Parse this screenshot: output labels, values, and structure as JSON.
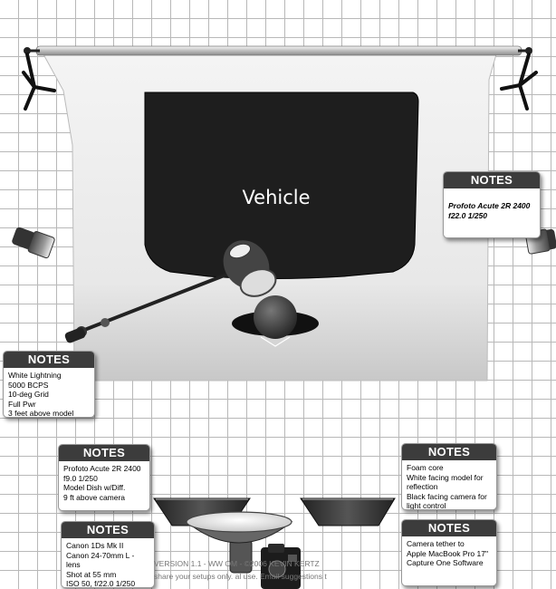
{
  "diagram": {
    "subject_label": "Vehicle"
  },
  "notes": {
    "header": "NOTES",
    "right_top": "Profoto Acute 2R 2400\nf22.0  1/250",
    "left_mid": "White Lightning\n        5000 BCPS\n10-deg Grid\nFull Pwr\n3 feet above model",
    "bottom_left_upper": "Profoto Acute 2R 2400\nf9.0 1/250\nModel Dish w/Diff.\n9 ft above camera",
    "bottom_left_lower": "Canon 1Ds Mk II\nCanon 24-70mm L - lens\nShot at 55 mm\nISO 50, f/22.0 1/250",
    "bottom_right_upper": "Foam core\nWhite facing model for reflection\nBlack facing camera for light control",
    "bottom_right_lower": "Camera tether to\nApple MacBook Pro 17\"\nCapture One Software"
  },
  "footer": {
    "line1": "VERSION 1.1  -   WW                 OM  -  ©2006 KEVIN KERTZ",
    "line2": "share your setups only.                  al use.  Email suggestions t"
  }
}
